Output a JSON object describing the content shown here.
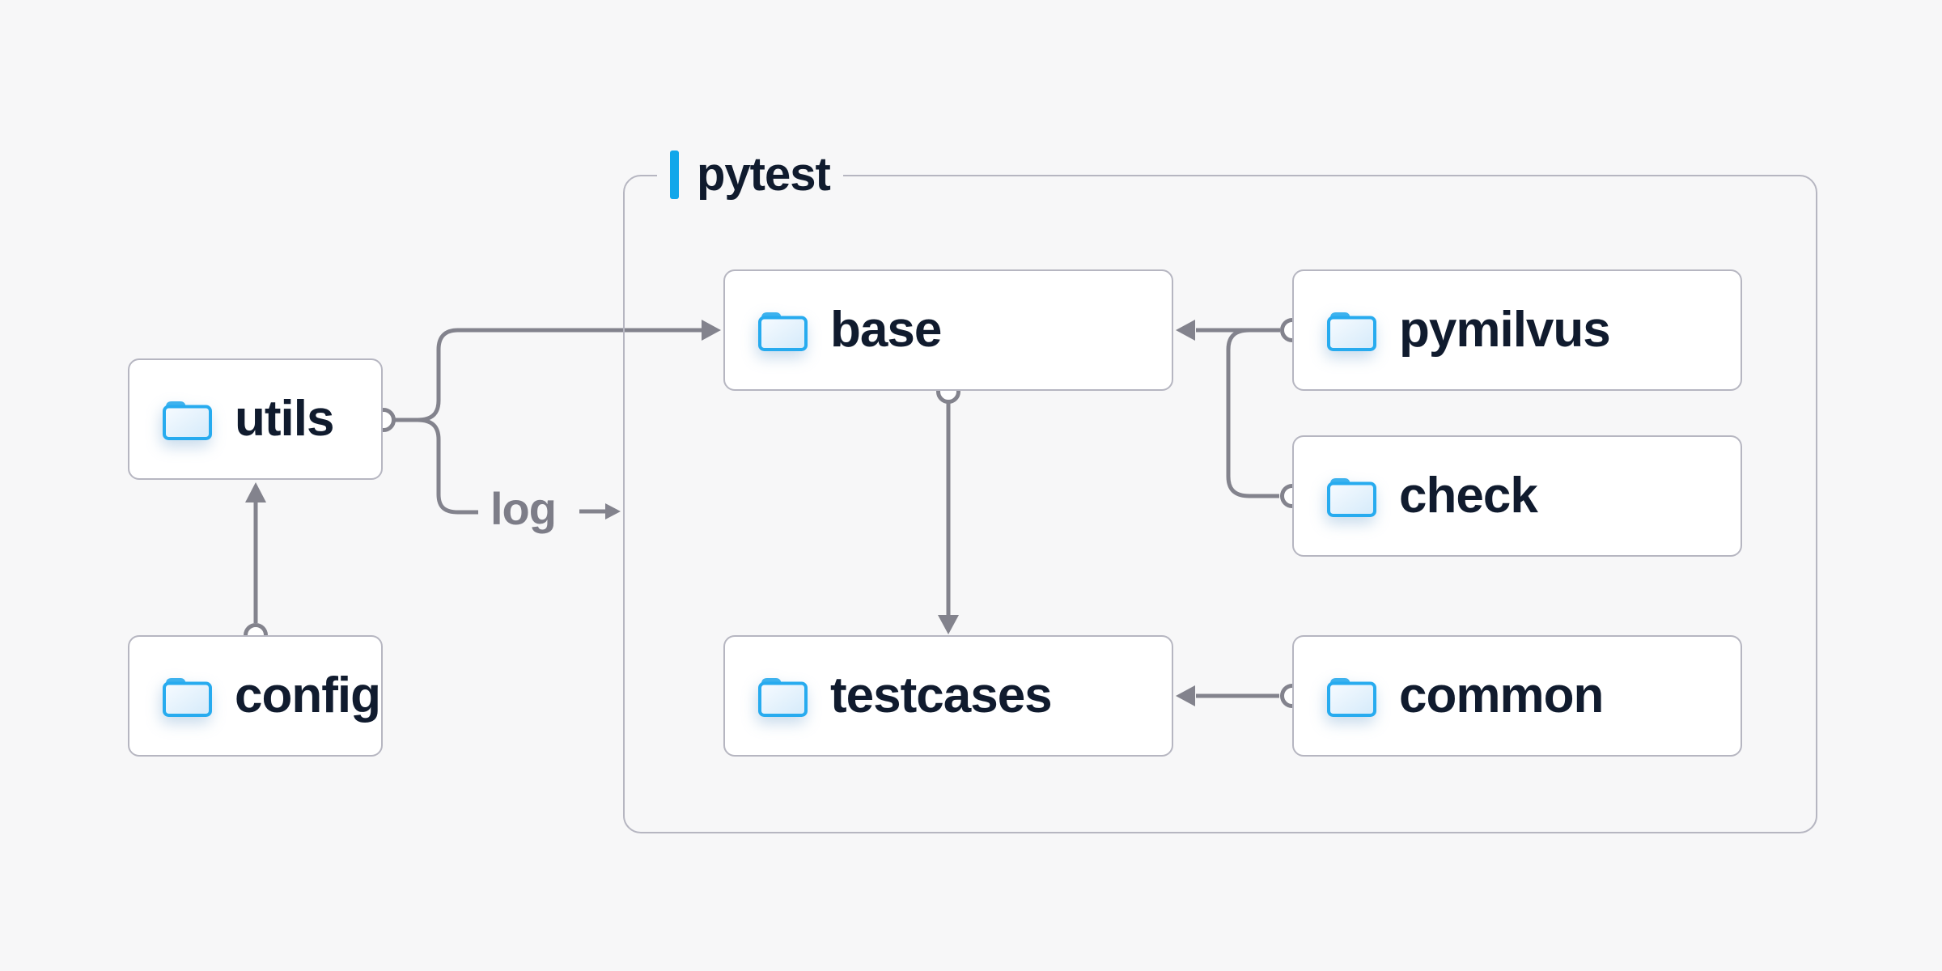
{
  "diagram": {
    "group_label": "pytest",
    "edge_label": "log",
    "nodes": [
      {
        "id": "utils",
        "label": "utils"
      },
      {
        "id": "config",
        "label": "config"
      },
      {
        "id": "base",
        "label": "base"
      },
      {
        "id": "pymilvus",
        "label": "pymilvus"
      },
      {
        "id": "check",
        "label": "check"
      },
      {
        "id": "testcases",
        "label": "testcases"
      },
      {
        "id": "common",
        "label": "common"
      }
    ],
    "edges": [
      {
        "from": "config",
        "to": "utils"
      },
      {
        "from": "utils",
        "to": "base"
      },
      {
        "from": "utils",
        "to": "log",
        "label": "log"
      },
      {
        "from": "pymilvus",
        "to": "base"
      },
      {
        "from": "check",
        "to": "base"
      },
      {
        "from": "base",
        "to": "testcases"
      },
      {
        "from": "common",
        "to": "testcases"
      }
    ],
    "colors": {
      "background": "#f7f7f8",
      "node_bg": "#ffffff",
      "node_border": "#b6b6c1",
      "group_border": "#b6b6c1",
      "connector_gray": "#83838d",
      "text_dark": "#101b2e",
      "edge_label_gray": "#7d7d88",
      "accent_blue": "#12a7ea",
      "folder_blue": "#27abef"
    },
    "icons": {
      "node_icon": "folder-icon"
    }
  }
}
